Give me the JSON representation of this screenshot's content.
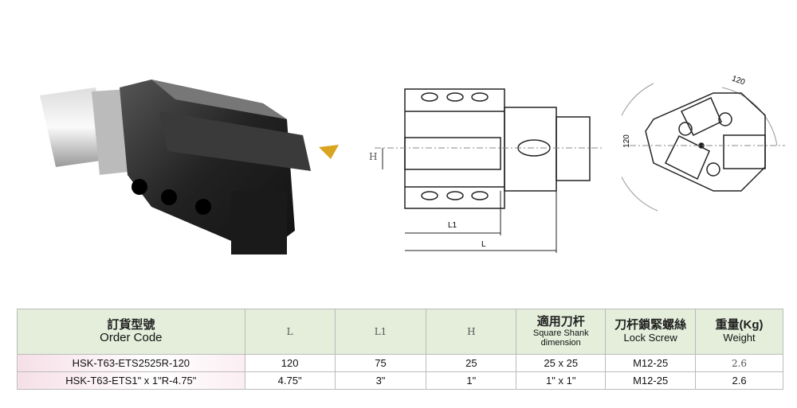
{
  "drawing": {
    "dim_L": "L",
    "dim_L1": "L1",
    "dim_H": "H",
    "angle_1": "120",
    "angle_2": "120"
  },
  "table": {
    "headers": [
      {
        "zh": "訂貨型號",
        "en": "Order Code"
      },
      {
        "en": "L"
      },
      {
        "en": "L1"
      },
      {
        "en": "H"
      },
      {
        "zh": "適用刀杆",
        "en": "Square Shank dimension"
      },
      {
        "zh": "刀杆鎖緊螺絲",
        "en": "Lock Screw"
      },
      {
        "zh": "重量(Kg)",
        "en": "Weight"
      }
    ],
    "rows": [
      [
        "HSK-T63-ETS2525R-120",
        "120",
        "75",
        "25",
        "25 x 25",
        "M12-25",
        "2.6"
      ],
      [
        "HSK-T63-ETS1\" x 1\"R-4.75\"",
        "4.75\"",
        "3\"",
        "1\"",
        "1\" x 1\"",
        "M12-25",
        "2.6"
      ]
    ]
  }
}
